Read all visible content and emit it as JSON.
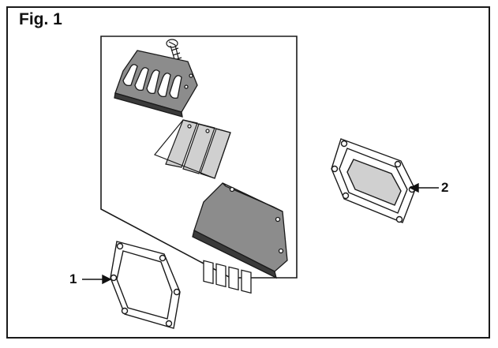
{
  "figure": {
    "title": "Fig. 1",
    "callouts": [
      {
        "number": "1",
        "part": "gasket"
      },
      {
        "number": "2",
        "part": "gasket"
      }
    ]
  },
  "colors": {
    "line": "#1a1a1a",
    "shade": "#8c8c8c",
    "dark": "#3a3a3a",
    "background": "#ffffff"
  },
  "icons": [
    "screw-icon",
    "reed-plate-icon",
    "reed-petal-icon",
    "reed-cage-icon",
    "gasket-icon"
  ]
}
